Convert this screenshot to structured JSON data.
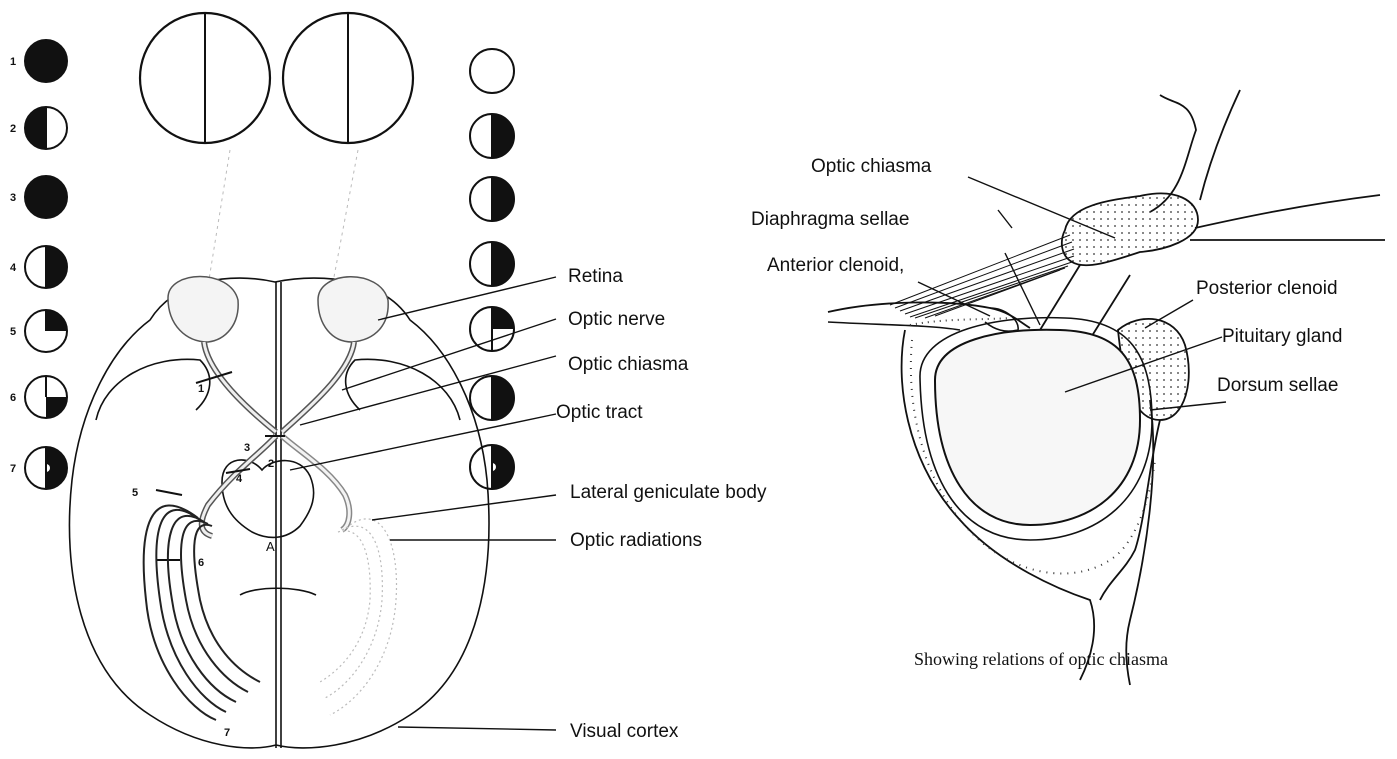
{
  "left_diagram": {
    "field_numbers": [
      "1",
      "2",
      "3",
      "4",
      "5",
      "6",
      "7"
    ],
    "lesion_numbers": [
      "1",
      "2",
      "3",
      "4",
      "5",
      "6",
      "7"
    ],
    "labels": {
      "retina": "Retina",
      "optic_nerve": "Optic nerve",
      "optic_chiasma": "Optic chiasma",
      "optic_tract": "Optic tract",
      "lateral_geniculate_body": "Lateral geniculate body",
      "optic_radiations": "Optic radiations",
      "visual_cortex": "Visual cortex"
    },
    "brainstem_letter": "A"
  },
  "right_diagram": {
    "labels": {
      "optic_chiasma": "Optic chiasma",
      "diaphragma_sellae": "Diaphragma sellae",
      "anterior_clenoid": "Anterior clenoid,",
      "posterior_clenoid": "Posterior clenoid",
      "pituitary_gland": "Pituitary gland",
      "dorsum_sellae": "Dorsum sellae"
    },
    "caption": "Showing relations of optic chiasma"
  }
}
